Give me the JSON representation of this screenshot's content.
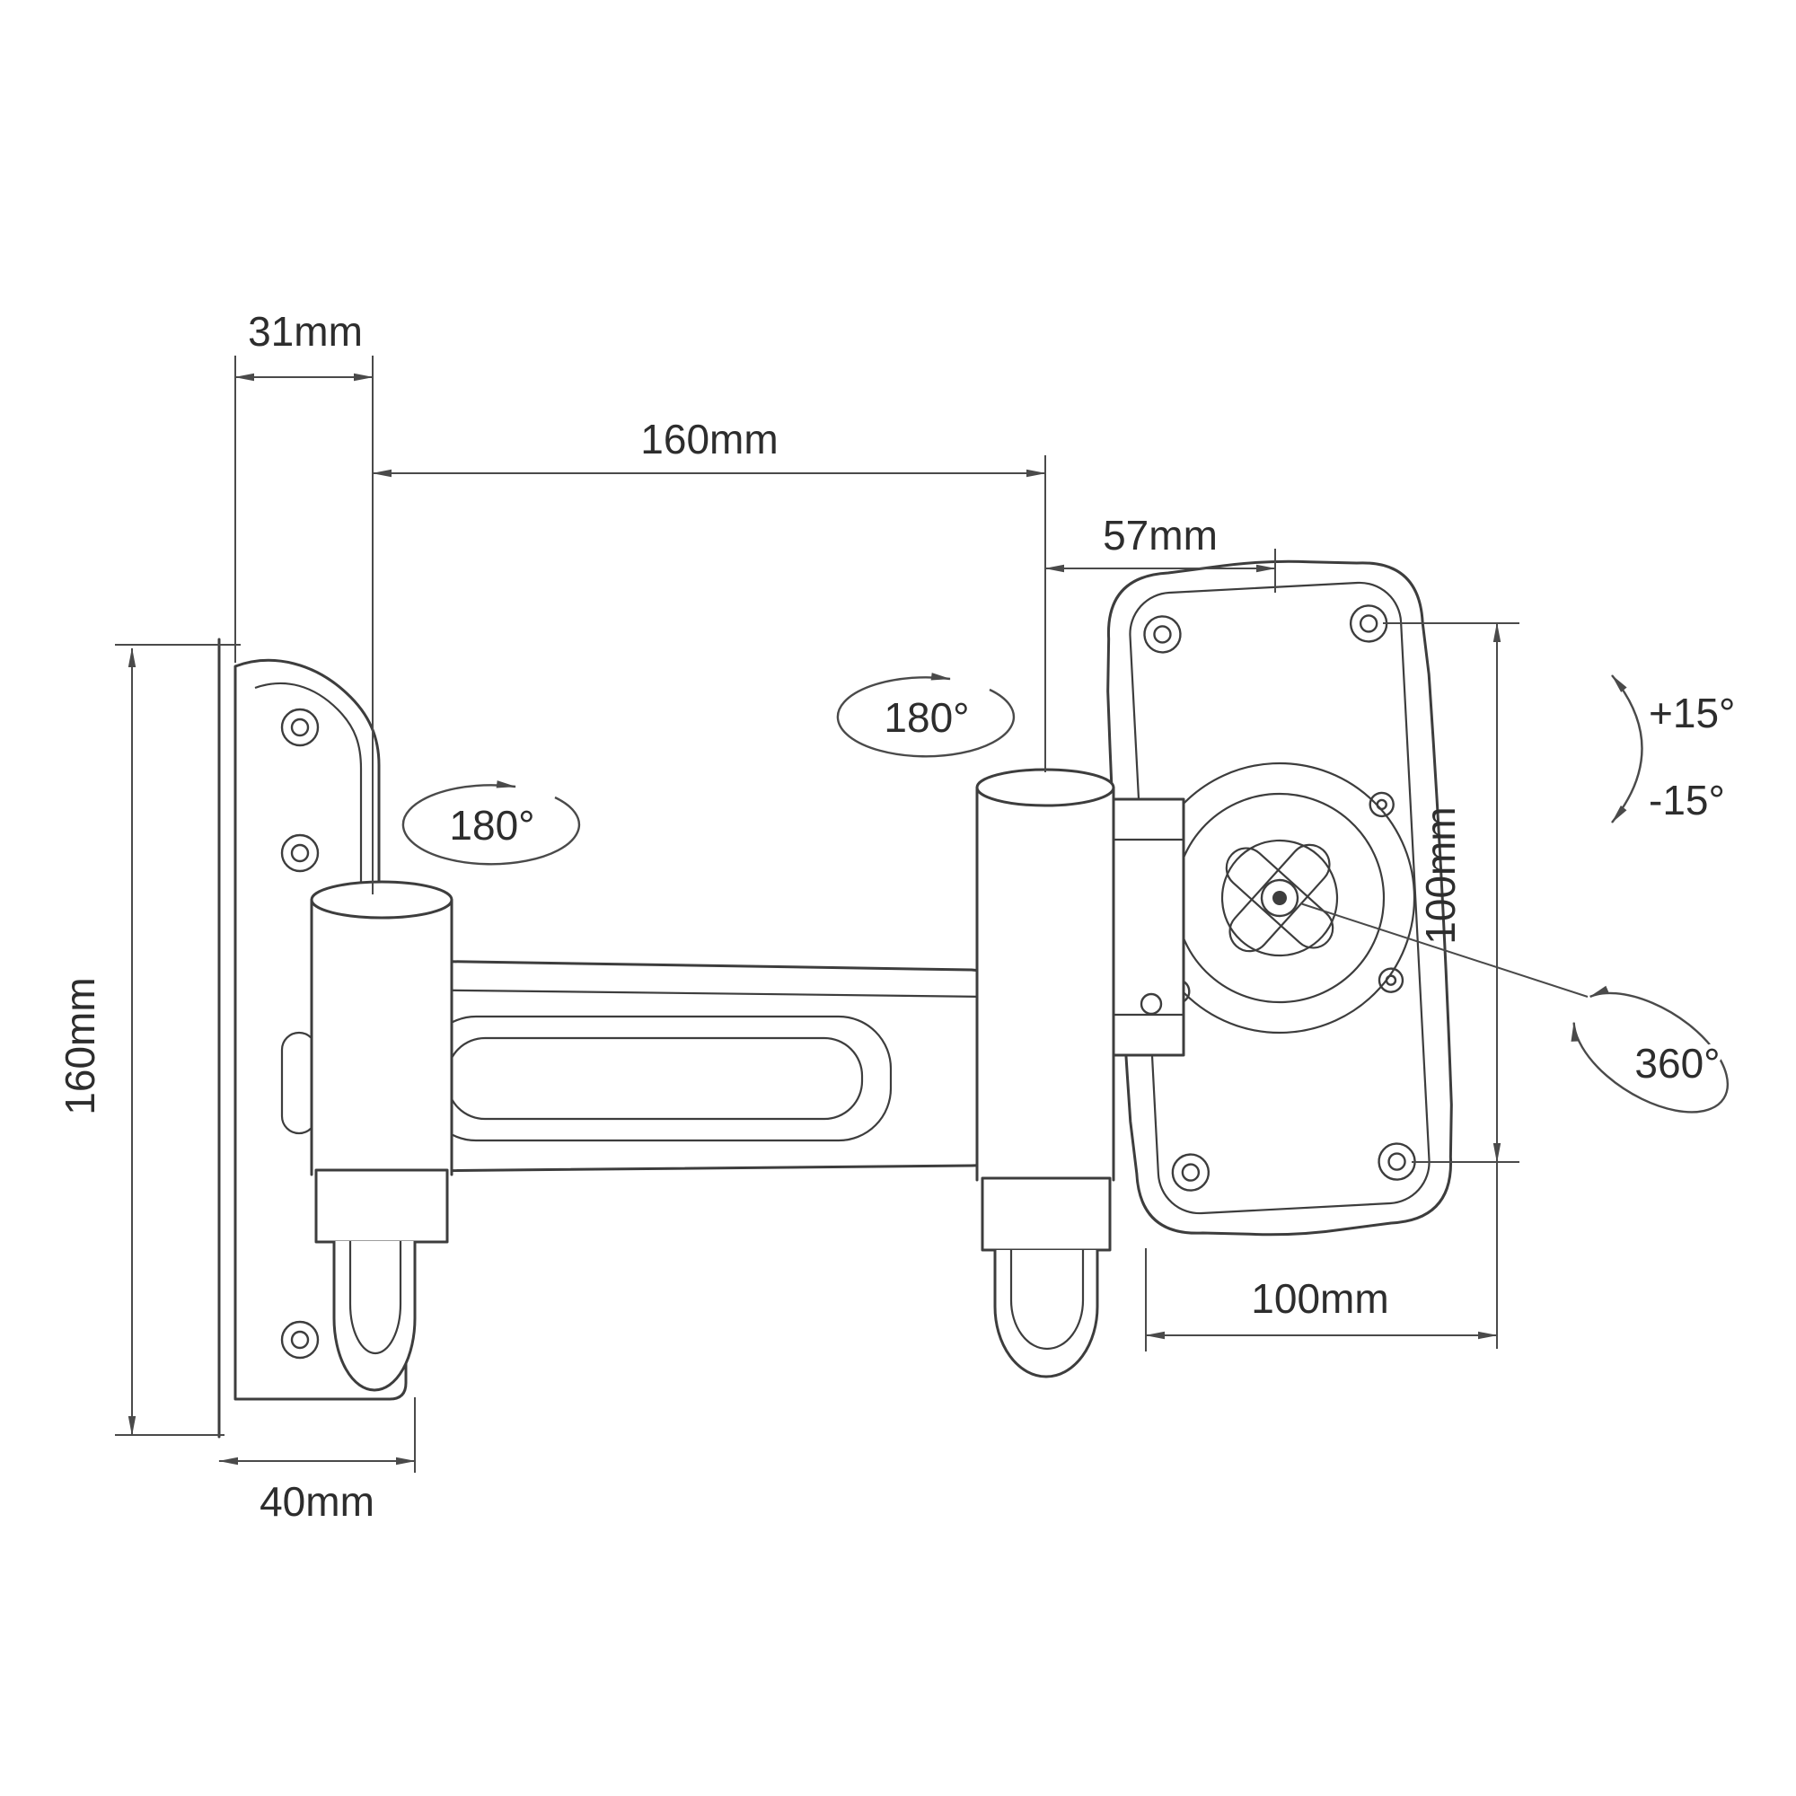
{
  "diagram": {
    "subject": "articulating-monitor-wall-mount-dimension-drawing"
  },
  "labels": {
    "offset_31": "31mm",
    "arm_160": "160mm",
    "offset_57": "57mm",
    "plate_160": "160mm",
    "depth_40": "40mm",
    "vesa_v_100": "100mm",
    "vesa_h_100": "100mm"
  },
  "angles": {
    "swivel_1": "180°",
    "swivel_2": "180°",
    "tilt_up": "+15°",
    "tilt_down": "-15°",
    "rotate": "360°"
  }
}
